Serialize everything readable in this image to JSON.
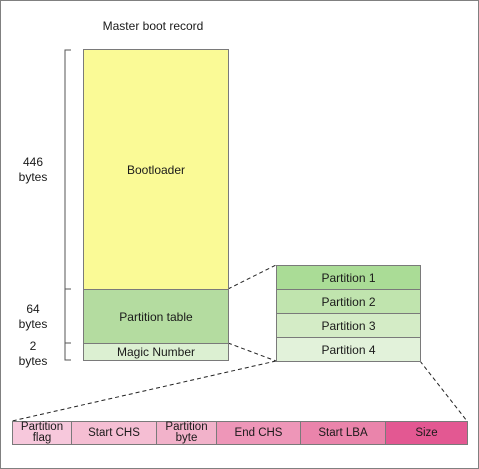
{
  "title": "Master boot record",
  "mbr": {
    "bootloader": "Bootloader",
    "partition_table": "Partition table",
    "magic_number": "Magic Number"
  },
  "sizes": {
    "bootloader_num": "446",
    "bootloader_unit": "bytes",
    "table_num": "64",
    "table_unit": "bytes",
    "magic_num": "2",
    "magic_unit": "bytes"
  },
  "partitions": [
    "Partition 1",
    "Partition 2",
    "Partition 3",
    "Partition 4"
  ],
  "entry_fields": [
    [
      "Partition",
      "flag"
    ],
    [
      "Start CHS"
    ],
    [
      "Partition",
      "byte"
    ],
    [
      "End CHS"
    ],
    [
      "Start LBA"
    ],
    [
      "Size"
    ]
  ],
  "colors": {
    "bootloader": "#fafa96",
    "partition_table": "#b4dca0",
    "magic_number": "#dcf0d2",
    "partition_1": "#aadc96",
    "partition_2": "#c0e4ae",
    "partition_3": "#d4ecc6",
    "partition_4": "#e2f2da",
    "field_1": "#f7c8dc",
    "field_2": "#f5bed3",
    "field_3": "#f2b2ca",
    "field_4": "#ee96b8",
    "field_5": "#ea84ab",
    "field_6": "#e35892"
  }
}
